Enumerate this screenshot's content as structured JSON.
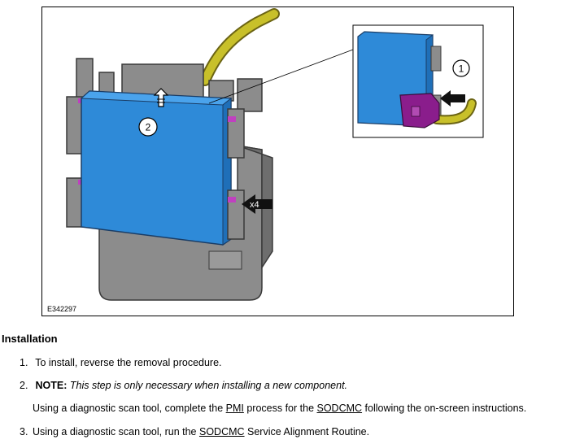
{
  "figure": {
    "id_label": "E342297",
    "callout_1": "1",
    "callout_2": "2",
    "quantity_label": "x4"
  },
  "section": {
    "title": "Installation"
  },
  "steps": [
    {
      "num": "1.",
      "text": "To install, reverse the removal procedure."
    },
    {
      "num": "2.",
      "note_label": "NOTE:",
      "note_text": "This step is only necessary when installing a new component.",
      "sub_prefix": "Using a diagnostic scan tool, complete the ",
      "link_pmi": "PMI",
      "sub_middle": " process for the ",
      "link_sodcmc": "SODCMC",
      "sub_suffix": " following the on-screen instructions."
    },
    {
      "num": "3.",
      "prefix": "Using a diagnostic scan tool, run the ",
      "link_sodcmc": "SODCMC",
      "suffix": " Service Alignment Routine."
    }
  ],
  "colors": {
    "module_blue": "#2e8ad8",
    "connector_purple": "#8a1d8c",
    "harness_yellow": "#c8c02a",
    "bracket_gray": "#8c8c8c"
  }
}
